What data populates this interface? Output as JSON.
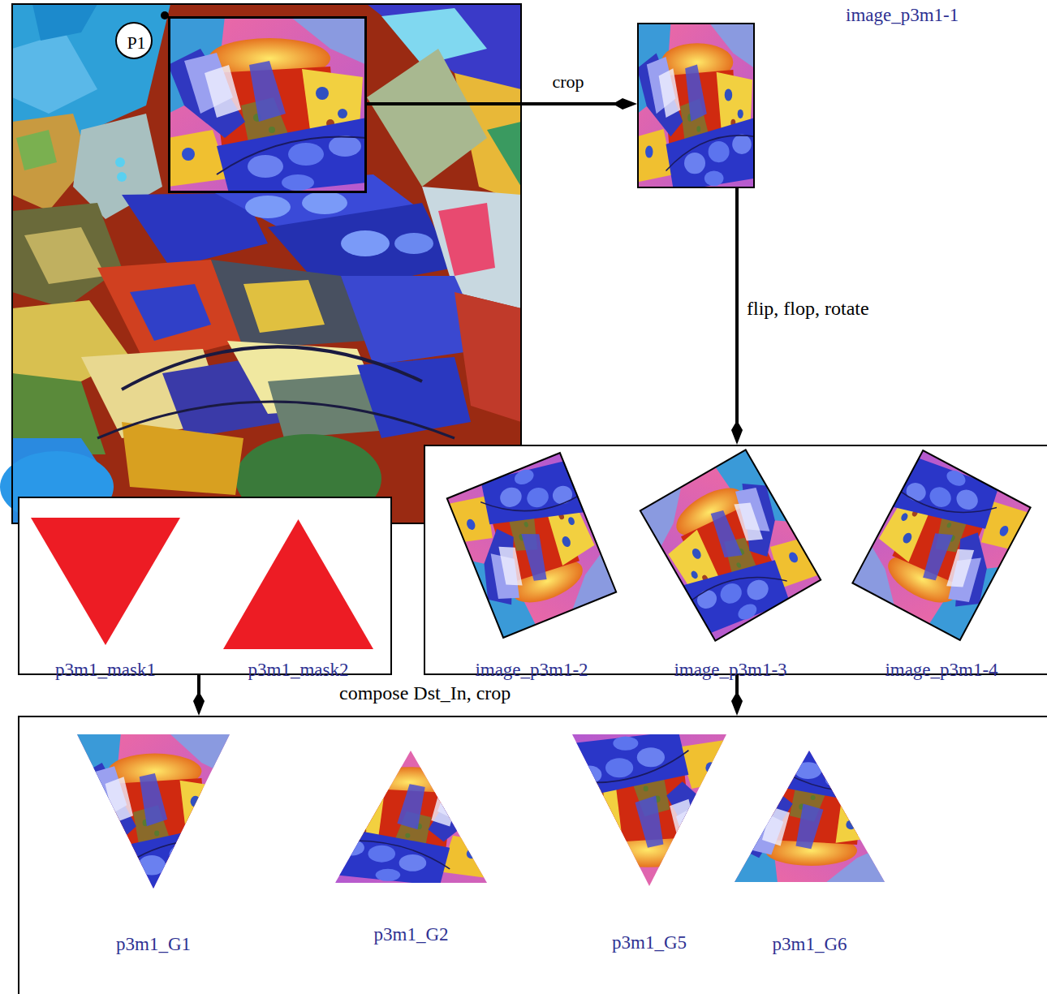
{
  "diagram": {
    "nodes": [
      {
        "text": [
          "P1"
        ]
      },
      {
        "text": [
          "image_p3m1-1"
        ]
      },
      {
        "text": []
      },
      {
        "text": [
          "image_p3m1-2"
        ],
        "in": 2
      },
      {
        "text": [
          "image_p3m1-3"
        ],
        "in": 2
      },
      {
        "text": [
          "image_p3m1-4"
        ],
        "in": 2
      },
      {
        "text": []
      },
      {
        "text": [
          "p3m1_mask1"
        ],
        "in": 6
      },
      {
        "text": [
          "p3m1_mask2"
        ],
        "in": 6
      },
      {
        "text": []
      },
      {
        "text": [
          "p3m1_G1"
        ],
        "in": 9
      },
      {
        "text": [
          "p3m1_G2"
        ],
        "in": 9
      },
      {
        "text": [
          "p3m1_G5"
        ],
        "in": 9
      },
      {
        "text": [
          "p3m1_G6"
        ],
        "in": 9
      }
    ],
    "edges": [
      {
        "from": 0,
        "to": 1,
        "arrow": "to",
        "label": "crop"
      },
      {
        "from": 1,
        "to": 2,
        "arrow": "to",
        "label": "flip, flop, rotate"
      },
      {
        "from": 6,
        "to": 9,
        "arrow": "to"
      },
      {
        "from": 2,
        "to": 9,
        "arrow": "to"
      }
    ],
    "labels": [
      "compose Dst_In, crop"
    ]
  }
}
